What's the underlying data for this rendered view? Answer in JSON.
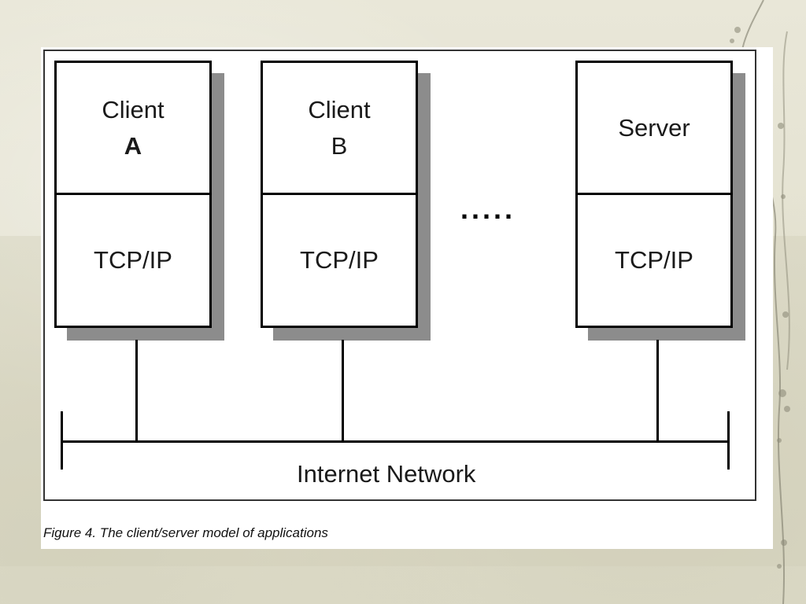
{
  "diagram": {
    "nodes": [
      {
        "name_line1": "Client",
        "name_line2": "A",
        "protocol": "TCP/IP"
      },
      {
        "name_line1": "Client",
        "name_line2": "B",
        "protocol": "TCP/IP"
      },
      {
        "name_line1": "Server",
        "name_line2": "",
        "protocol": "TCP/IP"
      }
    ],
    "ellipsis": ".....",
    "network_label": "Internet Network",
    "caption": "Figure 4.  The client/server model of applications"
  }
}
